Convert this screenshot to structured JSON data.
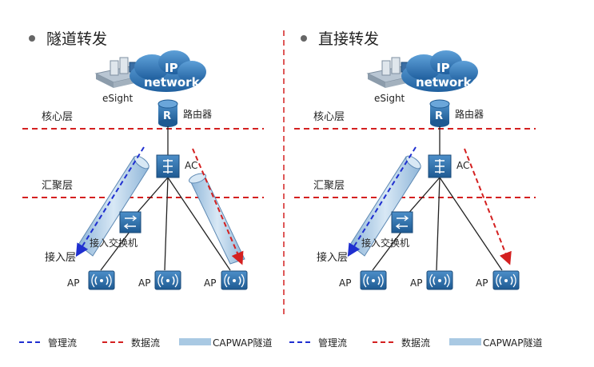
{
  "left_panel": {
    "title": "隧道转发",
    "esight": "eSight",
    "ip_network": [
      "IP",
      "network"
    ],
    "router_label": "路由器",
    "router_letter": "R",
    "layers": {
      "core": "核心层",
      "aggregation": "汇聚层",
      "access": "接入层"
    },
    "ac_label": "AC",
    "switch_label": "接入交换机",
    "aps": [
      "AP",
      "AP",
      "AP"
    ]
  },
  "right_panel": {
    "title": "直接转发",
    "esight": "eSight",
    "ip_network": [
      "IP",
      "network"
    ],
    "router_label": "路由器",
    "router_letter": "R",
    "layers": {
      "core": "核心层",
      "aggregation": "汇聚层",
      "access": "接入层"
    },
    "ac_label": "AC",
    "switch_label": "接入交换机",
    "aps": [
      "AP",
      "AP",
      "AP"
    ]
  },
  "legend": {
    "mgmt": "管理流",
    "data": "数据流",
    "tunnel": "CAPWAP隧道"
  },
  "colors": {
    "mgmt_flow": "#1f2fd0",
    "data_flow": "#d42020",
    "tunnel": "#a9c9e3",
    "divider": "#d42020",
    "device": "#2d6fa8"
  }
}
